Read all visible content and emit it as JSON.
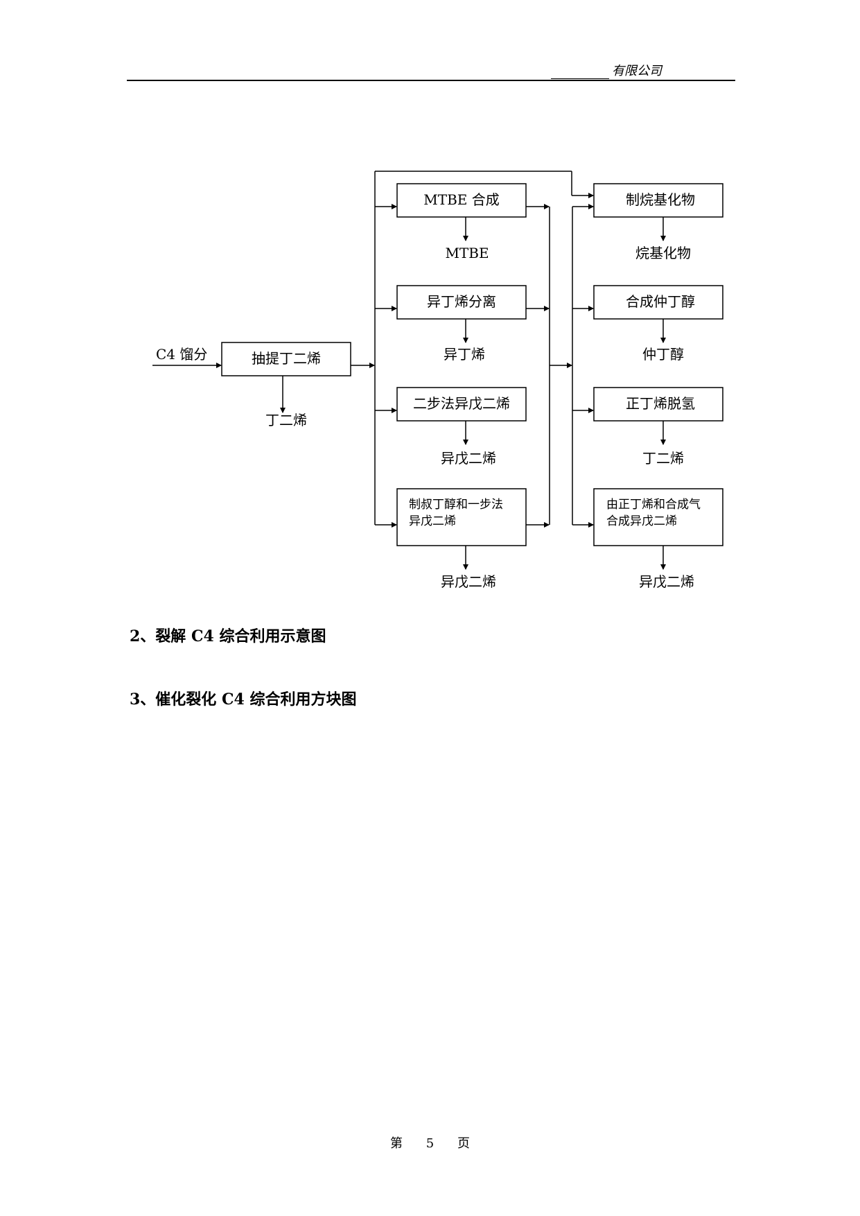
{
  "header": {
    "company": "有限公司"
  },
  "diagram": {
    "input_label": "C4 馏分",
    "extract_box": "抽提丁二烯",
    "extract_product": "丁二烯",
    "middle_boxes": [
      {
        "label": "MTBE 合成",
        "product": "MTBE"
      },
      {
        "label": "异丁烯分离",
        "product": "异丁烯"
      },
      {
        "label": "二步法异戊二烯",
        "product": "异戊二烯"
      },
      {
        "label_line1": "制叔丁醇和一步法",
        "label_line2": "异戊二烯",
        "product": "异戊二烯"
      }
    ],
    "right_boxes": [
      {
        "label": "制烷基化物",
        "product": "烷基化物"
      },
      {
        "label": "合成仲丁醇",
        "product": "仲丁醇"
      },
      {
        "label": "正丁烯脱氢",
        "product": "丁二烯"
      },
      {
        "label_line1": "由正丁烯和合成气",
        "label_line2": "合成异戊二烯",
        "product": "异戊二烯"
      }
    ]
  },
  "sections": {
    "item2": "2、裂解 C4 综合利用示意图",
    "item3": "3、催化裂化 C4 综合利用方块图"
  },
  "footer": {
    "prefix": "第",
    "page": "5",
    "suffix": "页"
  }
}
